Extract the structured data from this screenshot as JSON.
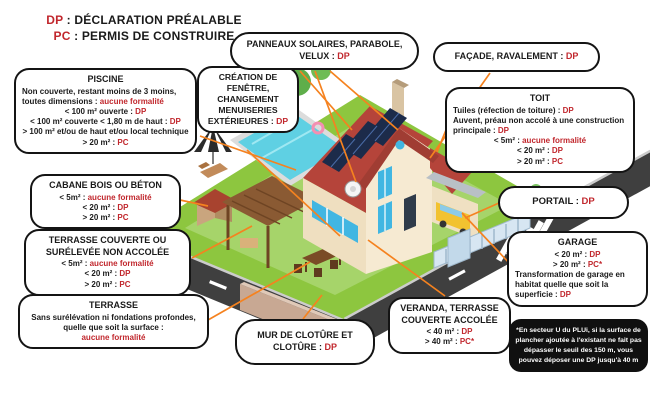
{
  "colors": {
    "red": "#c1272d",
    "orange": "#f5821f",
    "ink": "#1a1a1a",
    "grass": "#8dc63f",
    "grass2": "#a6d46a",
    "road": "#3f3f3f",
    "roof": "#b5443a",
    "wall": "#f6ead2",
    "water": "#5fd0e3",
    "panel": "#1c2b4a"
  },
  "legend": {
    "dp_key": "DP",
    "dp_text": " : DÉCLARATION PRÉALABLE",
    "pc_key": "PC",
    "pc_text": " : PERMIS DE CONSTRUIRE"
  },
  "boxes": {
    "piscine": {
      "title": "PISCINE",
      "lines": [
        {
          "t": "Non couverte, restant moins de 3 moins, toutes dimensions : ",
          "r": "aucune formalité"
        },
        {
          "t": "< 100 m² ouverte : ",
          "r": "DP"
        },
        {
          "t": "< 100 m² couverte < 1,80 m de haut : ",
          "r": "DP"
        },
        {
          "t": "> 100 m² et/ou de haut et/ou local technique > 20 m² : ",
          "r": "PC"
        }
      ]
    },
    "cabane": {
      "title": "CABANE BOIS OU BÉTON",
      "lines": [
        {
          "t": "< 5m² : ",
          "r": "aucune formalité"
        },
        {
          "t": "< 20 m² : ",
          "r": "DP"
        },
        {
          "t": "> 20 m² : ",
          "r": "PC"
        }
      ]
    },
    "terrasse_couverte": {
      "title": "TERRASSE COUVERTE OU SURÉLEVÉE NON ACCOLÉE",
      "lines": [
        {
          "t": "< 5m² : ",
          "r": "aucune formalité"
        },
        {
          "t": "< 20 m² : ",
          "r": "DP"
        },
        {
          "t": "> 20 m² : ",
          "r": "PC"
        }
      ]
    },
    "terrasse": {
      "title": "TERRASSE",
      "lines": [
        {
          "t": "Sans surélévation ni fondations profondes, quelle que soit la surface :",
          "r": ""
        },
        {
          "t": "",
          "r": "aucune formalité"
        }
      ]
    },
    "creation": {
      "lines": [
        {
          "t": "CRÉATION DE FENÊTRE, CHANGEMENT MENUISERIES EXTÉRIEURES : ",
          "r": "DP"
        }
      ]
    },
    "panneaux": {
      "lines": [
        {
          "t": "PANNEAUX SOLAIRES, PARABOLE, VELUX : ",
          "r": "DP"
        }
      ]
    },
    "facade": {
      "lines": [
        {
          "t": "FAÇADE, RAVALEMENT : ",
          "r": "DP"
        }
      ]
    },
    "toit": {
      "title": "TOIT",
      "lines": [
        {
          "t": "Tuiles (réfection de toiture) : ",
          "r": "DP"
        },
        {
          "t": "Auvent, préau non accolé à une construction principale : ",
          "r": "DP"
        },
        {
          "t": "< 5m² : ",
          "r": "aucune formalité"
        },
        {
          "t": "< 20 m² : ",
          "r": "DP"
        },
        {
          "t": "> 20 m² : ",
          "r": "PC"
        }
      ]
    },
    "portail": {
      "lines": [
        {
          "t": "PORTAIL : ",
          "r": "DP"
        }
      ]
    },
    "garage": {
      "title": "GARAGE",
      "lines": [
        {
          "t": "< 20 m² : ",
          "r": "DP"
        },
        {
          "t": "> 20 m² : ",
          "r": "PC*"
        },
        {
          "t": "Transformation de garage en habitat quelle que soit la superficie : ",
          "r": "DP"
        }
      ]
    },
    "veranda": {
      "title": "VERANDA, TERRASSE COUVERTE ACCOLÉE",
      "lines": [
        {
          "t": "< 40 m² : ",
          "r": "DP"
        },
        {
          "t": "> 40 m² : ",
          "r": "PC*"
        }
      ]
    },
    "mur": {
      "lines": [
        {
          "t": "MUR DE CLOTÛRE ET CLOTÛRE : ",
          "r": "DP"
        }
      ]
    },
    "footnote": {
      "text": "*En secteur U du PLUi, si la surface de plancher ajoutée à l'existant ne fait pas dépasser le seuil des 150 m, vous pouvez déposer une DP jusqu'à 40 m"
    }
  }
}
